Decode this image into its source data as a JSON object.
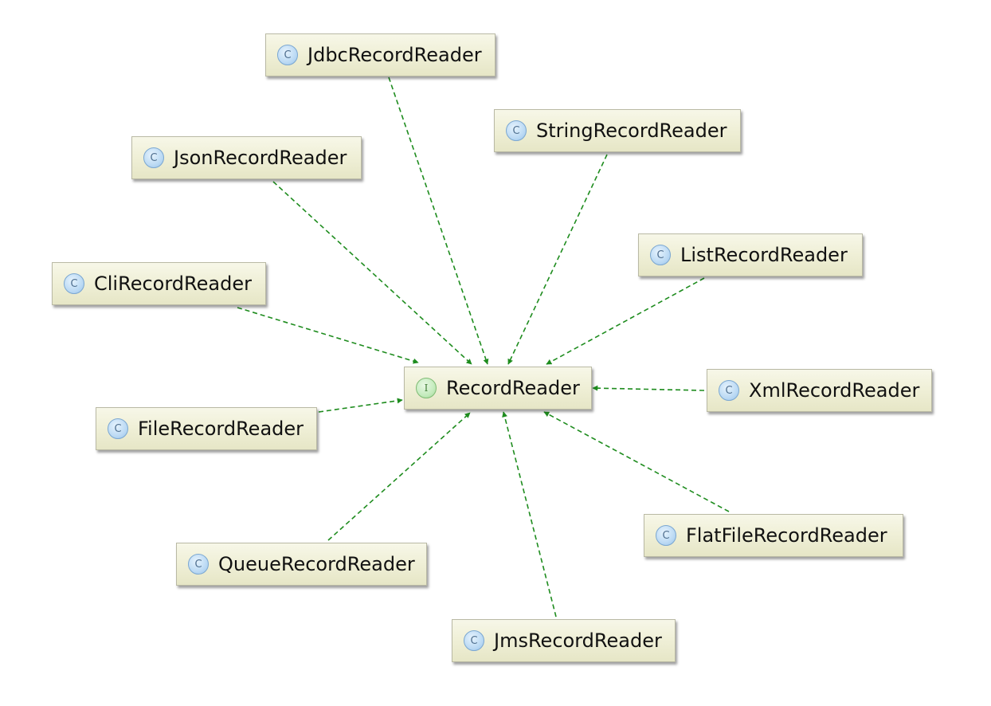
{
  "diagram": {
    "central_node": {
      "label": "RecordReader",
      "kind": "interface",
      "badge": "I"
    },
    "implementations": [
      {
        "label": "JdbcRecordReader",
        "badge": "C"
      },
      {
        "label": "StringRecordReader",
        "badge": "C"
      },
      {
        "label": "JsonRecordReader",
        "badge": "C"
      },
      {
        "label": "ListRecordReader",
        "badge": "C"
      },
      {
        "label": "CliRecordReader",
        "badge": "C"
      },
      {
        "label": "XmlRecordReader",
        "badge": "C"
      },
      {
        "label": "FileRecordReader",
        "badge": "C"
      },
      {
        "label": "FlatFileRecordReader",
        "badge": "C"
      },
      {
        "label": "QueueRecordReader",
        "badge": "C"
      },
      {
        "label": "JmsRecordReader",
        "badge": "C"
      }
    ],
    "relation": "implements",
    "colors": {
      "edge": "#1e8c1e",
      "class_badge": "#bcdaf4",
      "interface_badge": "#c4ebbd",
      "node_fill": "#f0f0d8"
    }
  }
}
